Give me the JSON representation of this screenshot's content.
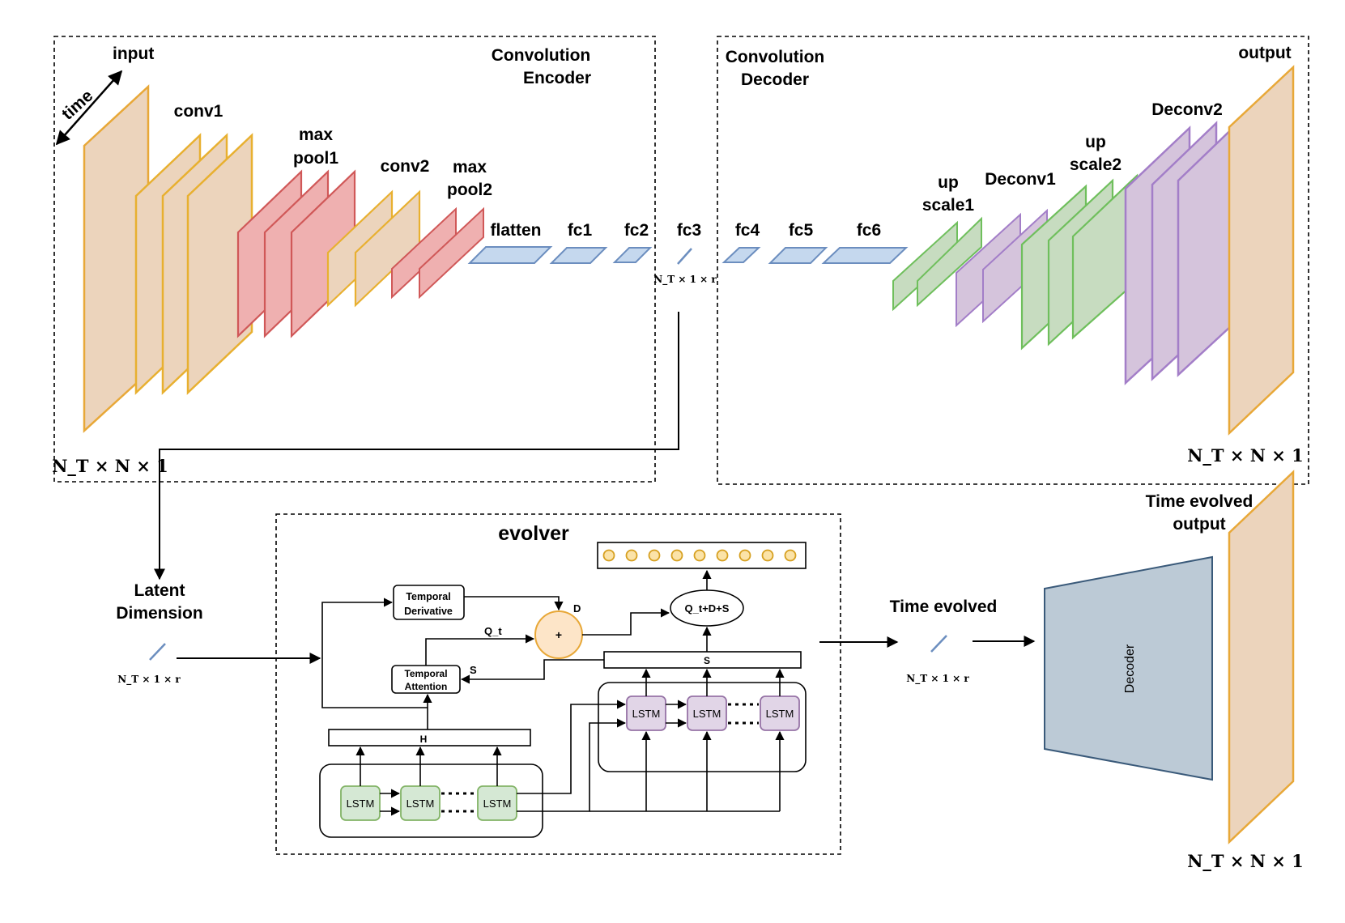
{
  "colors": {
    "input_fill": "#ecd4bc",
    "input_stroke": "#e8a838",
    "conv_fill": "#ecd4bc",
    "conv_stroke": "#e8b030",
    "pool_fill": "#efb0b0",
    "pool_stroke": "#d05858",
    "fc_fill": "#c5d8ee",
    "fc_stroke": "#6c8ebf",
    "up_fill": "#c7dcc0",
    "up_stroke": "#6fbf5c",
    "deconv_fill": "#d5c4dc",
    "deconv_stroke": "#a37ec8",
    "decoder_fill": "#bccad6",
    "decoder_stroke": "#3a5a7a",
    "lstm_green_fill": "#d5e8d4",
    "lstm_green_stroke": "#82b366",
    "lstm_purple_fill": "#e1d5e7",
    "lstm_purple_stroke": "#9673a6",
    "sum_fill": "#fde5c8",
    "sum_stroke": "#e8a838",
    "dot_fill": "#fbe3a8",
    "dot_stroke": "#d6a020"
  },
  "encoder": {
    "title_line1": "Convolution",
    "title_line2": "Encoder",
    "input_label": "input",
    "time_label": "time",
    "conv1": "conv1",
    "maxpool1_line1": "max",
    "maxpool1_line2": "pool1",
    "conv2": "conv2",
    "maxpool2_line1": "max",
    "maxpool2_line2": "pool2",
    "flatten": "flatten",
    "fc1": "fc1",
    "fc2": "fc2",
    "fc3": "fc3",
    "fc3_dim": "N_T × 1 × r",
    "input_dim": "N_T × N × 1"
  },
  "decoder_block": {
    "title_line1": "Convolution",
    "title_line2": "Decoder",
    "fc4": "fc4",
    "fc5": "fc5",
    "fc6": "fc6",
    "upscale1_line1": "up",
    "upscale1_line2": "scale1",
    "deconv1": "Deconv1",
    "upscale2_line1": "up",
    "upscale2_line2": "scale2",
    "deconv2": "Deconv2",
    "output_label": "output",
    "output_dim": "N_T × N × 1"
  },
  "latent": {
    "label_line1": "Latent",
    "label_line2": "Dimension",
    "dim": "N_T × 1 × r"
  },
  "evolver": {
    "title": "evolver",
    "temporal_derivative_line1": "Temporal",
    "temporal_derivative_line2": "Derivative",
    "temporal_attention_line1": "Temporal",
    "temporal_attention_line2": "Attention",
    "sum_symbol": "+",
    "d_label": "D",
    "qt_label": "Q_t",
    "s_label": "S",
    "s_bar_label": "S",
    "h_bar_label": "H",
    "output_node": "Q_t+D+S",
    "lstm": "LSTM",
    "dots": "....",
    "output_dot_count": 9
  },
  "time_evolved": {
    "label": "Time evolved",
    "dim": "N_T × 1 × r",
    "decoder_label": "Decoder",
    "output_line1": "Time evolved",
    "output_line2": "output",
    "output_dim": "N_T × N × 1"
  }
}
